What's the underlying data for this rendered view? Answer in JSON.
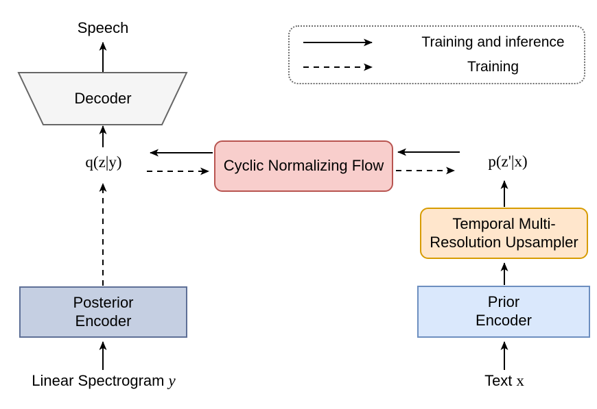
{
  "legend": {
    "items": [
      {
        "arrow_style": "solid",
        "label": "Training and inference"
      },
      {
        "arrow_style": "dashed",
        "label": "Training"
      }
    ]
  },
  "nodes": {
    "decoder": {
      "label": "Decoder"
    },
    "cyclic_flow": {
      "label": "Cyclic Normalizing Flow"
    },
    "upsampler": {
      "line1": "Temporal Multi-",
      "line2": "Resolution Upsampler"
    },
    "posterior_encoder": {
      "line1": "Posterior",
      "line2": "Encoder"
    },
    "prior_encoder": {
      "line1": "Prior",
      "line2": "Encoder"
    }
  },
  "labels": {
    "speech": "Speech",
    "q_latent": "q(z|y)",
    "p_latent": "p(z'|x)",
    "linear_spectrogram": {
      "text": "Linear Spectrogram",
      "symbol": "y"
    },
    "text_input": {
      "text": "Text",
      "symbol": "x"
    }
  },
  "colors": {
    "arrow": "#000000",
    "decoder_fill": "#f5f5f5",
    "decoder_stroke": "#666666",
    "flow_fill": "#f8cecc",
    "flow_stroke": "#b85450",
    "upsampler_fill": "#ffe6cc",
    "upsampler_stroke": "#d79b00",
    "posterior_fill": "#c5cfe2",
    "posterior_stroke": "#5d6f96",
    "prior_fill": "#dae8fc",
    "prior_stroke": "#6c8ebf",
    "legend_border": "#6b6b6b"
  }
}
